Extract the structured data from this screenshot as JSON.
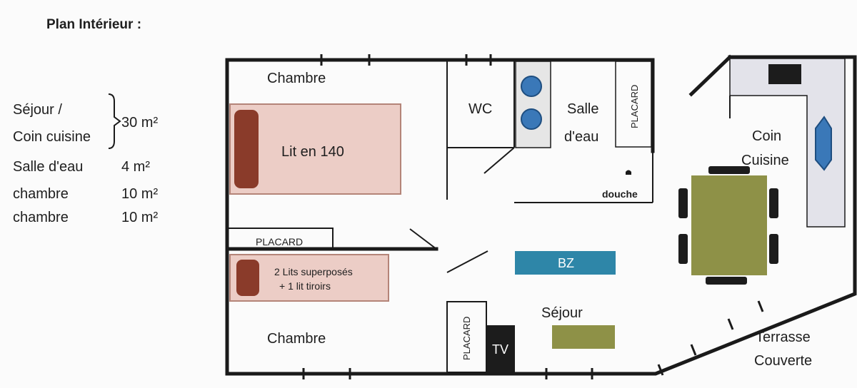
{
  "title": "Plan Intérieur :",
  "areas": [
    {
      "name": "Séjour /",
      "value": ""
    },
    {
      "name": "Coin cuisine",
      "value": "30 m²"
    },
    {
      "name": "Salle d'eau",
      "value": "4 m²"
    },
    {
      "name": "chambre",
      "value": "10 m²"
    },
    {
      "name": "chambre",
      "value": "10 m²"
    }
  ],
  "rooms": {
    "chambre_top": "Chambre",
    "bed_double": "Lit en 140",
    "placard_left": "PLACARD",
    "bunk_line1": "2 Lits superposés",
    "bunk_line2": "+ 1 lit tiroirs",
    "chambre_bottom": "Chambre",
    "wc": "WC",
    "salle_line1": "Salle",
    "salle_line2": "d'eau",
    "placard_bath": "PLACARD",
    "douche": "douche",
    "bz": "BZ",
    "sejour": "Séjour",
    "placard_sejour": "PLACARD",
    "tv": "TV",
    "coin_line1": "Coin",
    "coin_line2": "Cuisine",
    "terrasse_line1": "Terrasse",
    "terrasse_line2": "Couverte"
  },
  "colors": {
    "bed": "#eccdc6",
    "pillow": "#8a3b2a",
    "basin": "#3a78b8",
    "sofa": "#2e86a8",
    "table": "#8e9147",
    "counter": "#e3e3ea",
    "tv": "#1c1c1c"
  }
}
